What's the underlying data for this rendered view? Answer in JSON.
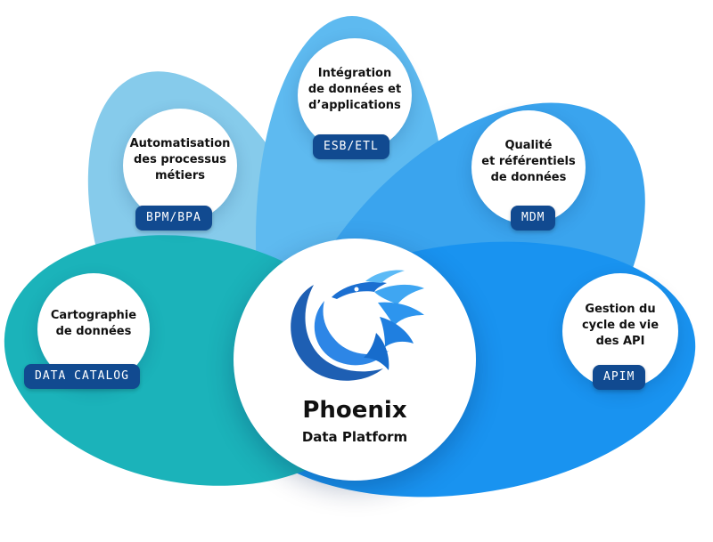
{
  "colors": {
    "teal": "#1bb3ba",
    "light_blue": "#86cbeb",
    "sky_blue": "#5ebaf0",
    "mid_blue": "#3aa4ee",
    "blue": "#1993f0",
    "badge": "#114a90"
  },
  "center": {
    "logo_icon": "phoenix-bird-icon",
    "title": "Phoenix",
    "subtitle": "Data Platform"
  },
  "petals": [
    {
      "label": "Cartographie\nde données",
      "badge": "DATA CATALOG"
    },
    {
      "label": "Automatisation\ndes processus\nmétiers",
      "badge": "BPM/BPA"
    },
    {
      "label": "Intégration\nde données et\nd’applications",
      "badge": "ESB/ETL"
    },
    {
      "label": "Qualité\net référentiels\nde données",
      "badge": "MDM"
    },
    {
      "label": "Gestion du\ncycle de vie\ndes API",
      "badge": "APIM"
    }
  ]
}
